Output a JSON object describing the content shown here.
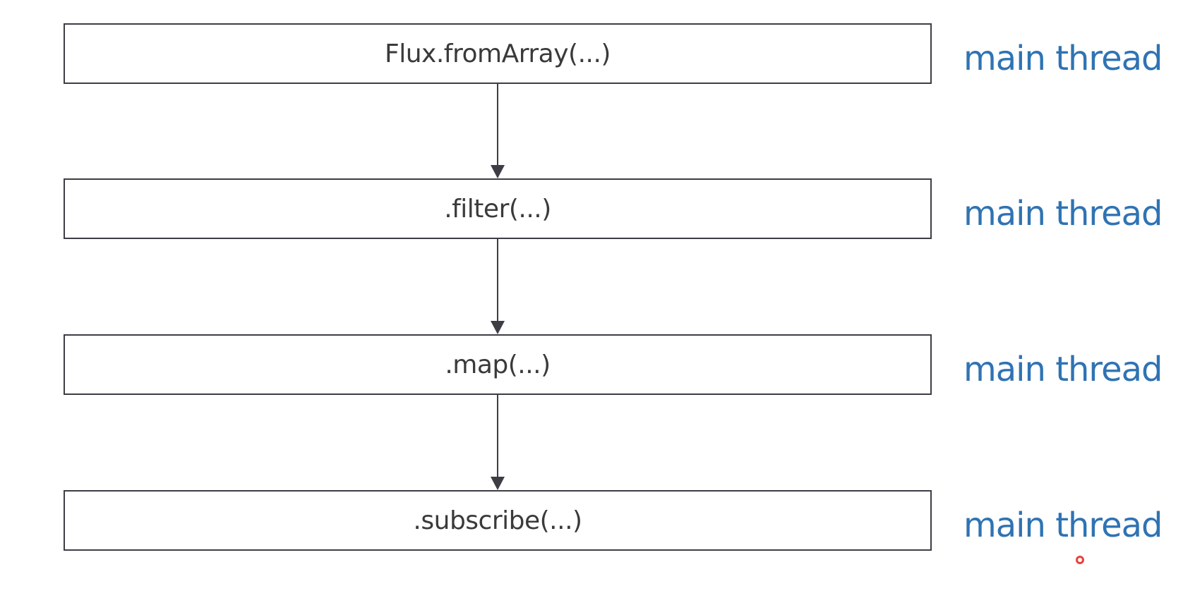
{
  "diagram": {
    "steps": [
      {
        "label": "Flux.fromArray(...)",
        "thread": "main thread"
      },
      {
        "label": ".filter(...)",
        "thread": "main thread"
      },
      {
        "label": ".map(...)",
        "thread": "main thread"
      },
      {
        "label": ".subscribe(...)",
        "thread": "main thread"
      }
    ],
    "colors": {
      "box_border": "#3d3d45",
      "thread_text": "#2f73b3",
      "arrow": "#3d3d45",
      "cursor": "#e8413a"
    }
  }
}
